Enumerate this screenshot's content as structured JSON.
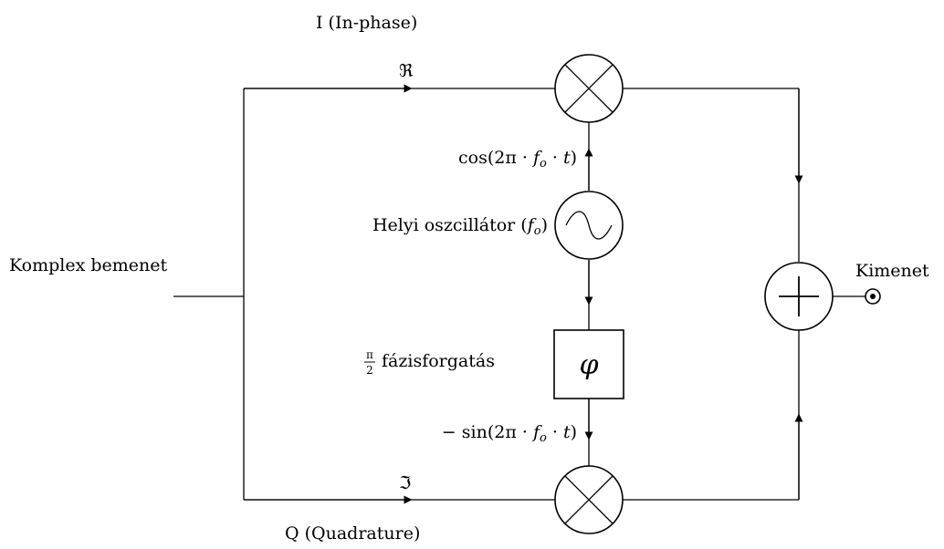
{
  "labels": {
    "input": "Komplex bemenet",
    "output": "Kimenet",
    "i_branch": "I (In-phase)",
    "q_branch": "Q (Quadrature)",
    "real_part": "ℜ",
    "imag_part": "ℑ",
    "oscillator_prefix": "Helyi oszcillátor (",
    "oscillator_f": "f",
    "oscillator_sub": "o",
    "oscillator_suffix": ")",
    "cos_prefix": "cos(2π · ",
    "cos_f": "f",
    "cos_sub": "o",
    "cos_dot": " · ",
    "cos_t": "t",
    "cos_suffix": ")",
    "sin_prefix": "− sin(2π · ",
    "sin_f": "f",
    "sin_sub": "o",
    "sin_dot": " · ",
    "sin_t": "t",
    "sin_suffix": ")",
    "phase_frac_num": "π",
    "phase_frac_den": "2",
    "phase_text": "fázisforgatás",
    "phase_symbol": "φ"
  }
}
